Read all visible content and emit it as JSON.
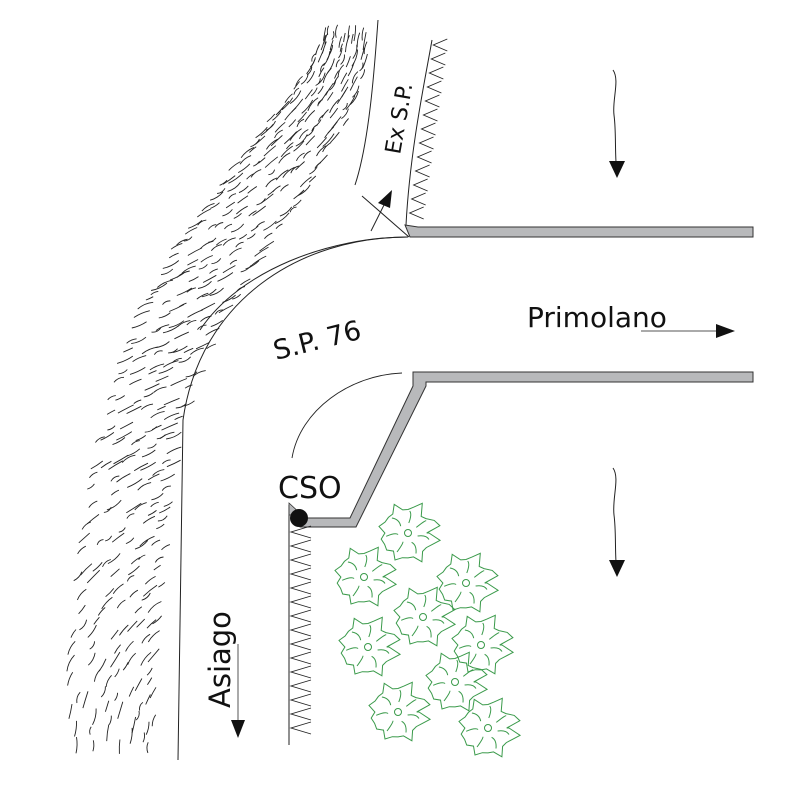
{
  "labels": {
    "ex_sp": "Ex S.P.",
    "sp76": "S.P. 76",
    "primolano": "Primolano",
    "cso": "CSO",
    "asiago": "Asiago"
  },
  "colors": {
    "wall_fill": "#b8b9bb",
    "wall_stroke": "#333333",
    "line": "#222222",
    "tree": "#3a9a4a",
    "background": "#ffffff"
  },
  "icons": {
    "flow_arrow": "wavy-down-arrow",
    "direction_arrow": "arrow-icon",
    "cso_marker": "filled-circle",
    "tree": "tree-canopy-icon"
  },
  "trees_count": 9
}
